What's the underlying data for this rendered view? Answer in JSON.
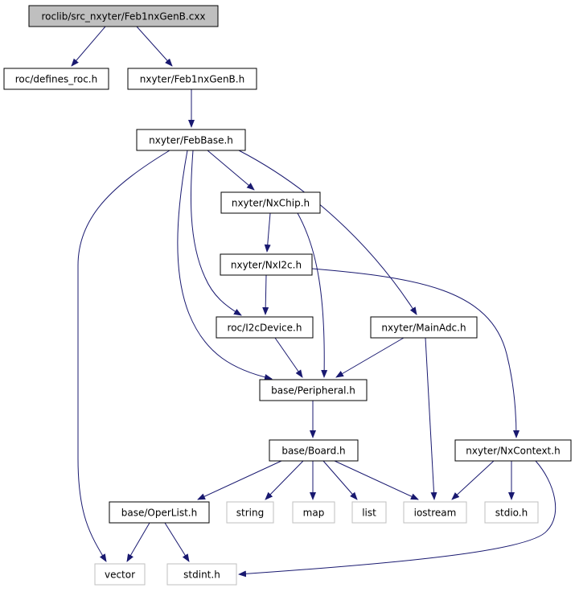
{
  "colors": {
    "edge": "#191970",
    "node_border": "#000000",
    "node_fill": "#ffffff",
    "root_fill": "#bfbfbf",
    "ext_border": "#bfbfbf",
    "text": "#000000",
    "ext_text": "#000000"
  },
  "nodes": [
    {
      "id": "root",
      "label": "roclib/src_nxyter/Feb1nxGenB.cxx",
      "kind": "root"
    },
    {
      "id": "defines_roc",
      "label": "roc/defines_roc.h",
      "kind": "normal"
    },
    {
      "id": "feb1nxgenb",
      "label": "nxyter/Feb1nxGenB.h",
      "kind": "normal"
    },
    {
      "id": "febbase",
      "label": "nxyter/FebBase.h",
      "kind": "normal"
    },
    {
      "id": "nxchip",
      "label": "nxyter/NxChip.h",
      "kind": "normal"
    },
    {
      "id": "nxi2c",
      "label": "nxyter/NxI2c.h",
      "kind": "normal"
    },
    {
      "id": "i2cdevice",
      "label": "roc/I2cDevice.h",
      "kind": "normal"
    },
    {
      "id": "mainadc",
      "label": "nxyter/MainAdc.h",
      "kind": "normal"
    },
    {
      "id": "peripheral",
      "label": "base/Peripheral.h",
      "kind": "normal"
    },
    {
      "id": "board",
      "label": "base/Board.h",
      "kind": "normal"
    },
    {
      "id": "nxcontext",
      "label": "nxyter/NxContext.h",
      "kind": "normal"
    },
    {
      "id": "operlist",
      "label": "base/OperList.h",
      "kind": "normal"
    },
    {
      "id": "string",
      "label": "string",
      "kind": "external"
    },
    {
      "id": "map",
      "label": "map",
      "kind": "external"
    },
    {
      "id": "list",
      "label": "list",
      "kind": "external"
    },
    {
      "id": "iostream",
      "label": "iostream",
      "kind": "external"
    },
    {
      "id": "stdio",
      "label": "stdio.h",
      "kind": "external"
    },
    {
      "id": "vector",
      "label": "vector",
      "kind": "external"
    },
    {
      "id": "stdint",
      "label": "stdint.h",
      "kind": "external"
    }
  ],
  "edges": [
    {
      "from": "root",
      "to": "defines_roc"
    },
    {
      "from": "root",
      "to": "feb1nxgenb"
    },
    {
      "from": "feb1nxgenb",
      "to": "febbase"
    },
    {
      "from": "febbase",
      "to": "vector"
    },
    {
      "from": "febbase",
      "to": "peripheral"
    },
    {
      "from": "febbase",
      "to": "i2cdevice"
    },
    {
      "from": "febbase",
      "to": "nxchip"
    },
    {
      "from": "febbase",
      "to": "mainadc"
    },
    {
      "from": "nxchip",
      "to": "nxi2c"
    },
    {
      "from": "nxchip",
      "to": "peripheral"
    },
    {
      "from": "nxi2c",
      "to": "i2cdevice"
    },
    {
      "from": "nxi2c",
      "to": "nxcontext"
    },
    {
      "from": "i2cdevice",
      "to": "peripheral"
    },
    {
      "from": "mainadc",
      "to": "peripheral"
    },
    {
      "from": "mainadc",
      "to": "iostream"
    },
    {
      "from": "peripheral",
      "to": "board"
    },
    {
      "from": "board",
      "to": "operlist"
    },
    {
      "from": "board",
      "to": "string"
    },
    {
      "from": "board",
      "to": "map"
    },
    {
      "from": "board",
      "to": "list"
    },
    {
      "from": "board",
      "to": "iostream"
    },
    {
      "from": "nxcontext",
      "to": "iostream"
    },
    {
      "from": "nxcontext",
      "to": "stdio"
    },
    {
      "from": "nxcontext",
      "to": "stdint"
    },
    {
      "from": "operlist",
      "to": "vector"
    },
    {
      "from": "operlist",
      "to": "stdint"
    }
  ]
}
